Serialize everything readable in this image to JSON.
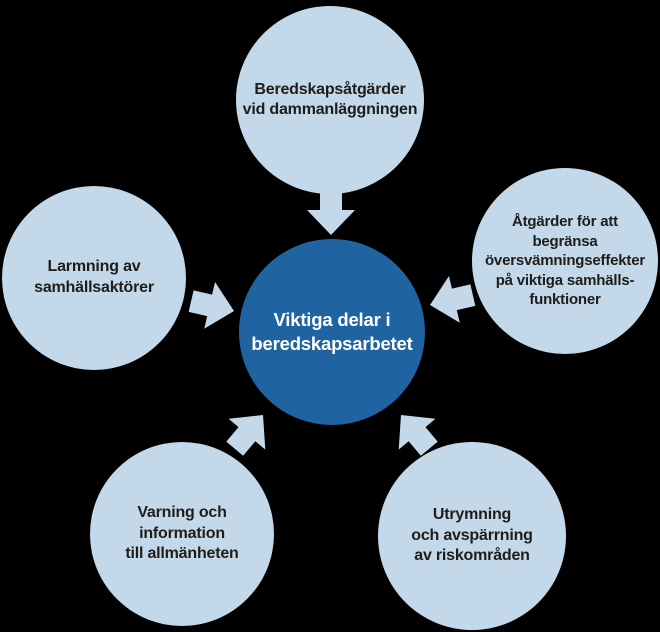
{
  "diagram": {
    "background_color": "#000000",
    "colors": {
      "node_fill": "#c3d8e8",
      "center_fill": "#2063a1",
      "node_text": "#1d1d1b",
      "center_text": "#ffffff",
      "arrow_fill": "#c3d8e8"
    },
    "center_node": {
      "label": "Viktiga delar i\nberedskapsarbetet"
    },
    "nodes": [
      {
        "position": "top",
        "label": "Beredskapsåtgärder\nvid dammanläggningen"
      },
      {
        "position": "left",
        "label": "Larmning av\nsamhällsaktörer"
      },
      {
        "position": "right",
        "label": "Åtgärder för att\nbegränsa\növersvämningseffekter\npå viktiga samhälls-\nfunktioner"
      },
      {
        "position": "bottom-left",
        "label": "Varning och\ninformation\ntill allmänheten"
      },
      {
        "position": "bottom-right",
        "label": "Utrymning\noch avspärrning\nav riskområden"
      }
    ],
    "arrows": [
      {
        "from": "top",
        "to": "center"
      },
      {
        "from": "left",
        "to": "center"
      },
      {
        "from": "right",
        "to": "center"
      },
      {
        "from": "bottom-left",
        "to": "center"
      },
      {
        "from": "bottom-right",
        "to": "center"
      }
    ]
  }
}
